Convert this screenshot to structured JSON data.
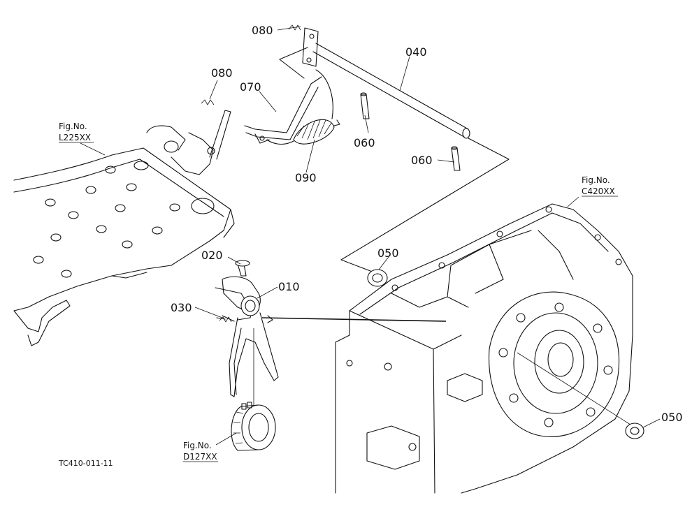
{
  "drawing_code": "TC410-011-11",
  "parts": {
    "p010": "010",
    "p020": "020",
    "p030": "030",
    "p040": "040",
    "p050a": "050",
    "p050b": "050",
    "p060a": "060",
    "p060b": "060",
    "p070": "070",
    "p080a": "080",
    "p080b": "080",
    "p090": "090"
  },
  "refs": {
    "plate": {
      "fig": "Fig.No.",
      "code": "L225XX"
    },
    "case": {
      "fig": "Fig.No.",
      "code": "C420XX"
    },
    "gear": {
      "fig": "Fig.No.",
      "code": "D127XX"
    }
  }
}
